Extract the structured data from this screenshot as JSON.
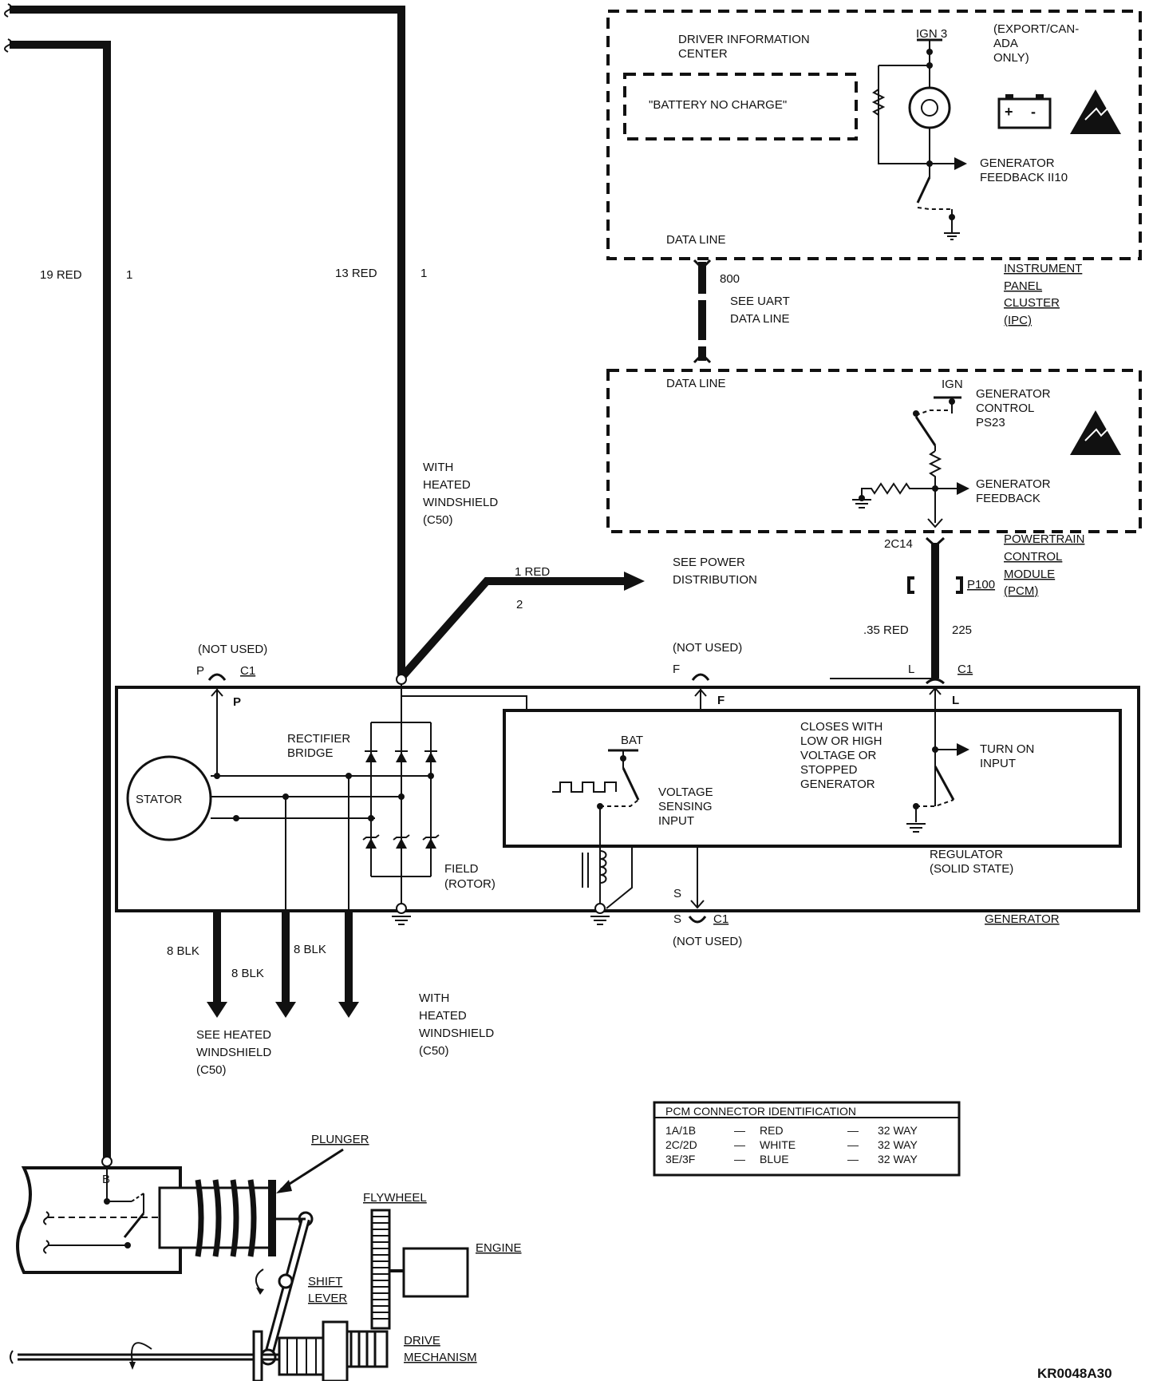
{
  "wires": {
    "w19_color": "19 RED",
    "w19_circuit": "1",
    "w13_color": "13 RED",
    "w13_circuit": "1",
    "w1_color": "1 RED",
    "w1_circuit": "2",
    "pcm_wire_color": ".35 RED",
    "pcm_wire_circuit": "225",
    "data_circuit": "800",
    "blk_a": "8 BLK",
    "blk_b": "8 BLK",
    "blk_c": "8 BLK"
  },
  "notes": {
    "with_heated_1": "WITH",
    "with_heated_2": "HEATED",
    "with_heated_3": "WINDSHIELD",
    "with_heated_4": "(C50)",
    "with_heated_b1": "WITH",
    "with_heated_b2": "HEATED",
    "with_heated_b3": "WINDSHIELD",
    "with_heated_b4": "(C50)",
    "see_heated_1": "SEE HEATED",
    "see_heated_2": "WINDSHIELD",
    "see_heated_3": "(C50)",
    "see_power_1": "SEE POWER",
    "see_power_2": "DISTRIBUTION",
    "see_uart_1": "SEE UART",
    "see_uart_2": "DATA LINE"
  },
  "ipc": {
    "dic_1": "DRIVER INFORMATION",
    "dic_2": "CENTER",
    "message": "\"BATTERY NO CHARGE\"",
    "ign3": "IGN 3",
    "export_1": "(EXPORT/CAN-",
    "export_2": "ADA",
    "export_3": "ONLY)",
    "fb_1": "GENERATOR",
    "fb_2": "FEEDBACK II10",
    "data_line": "DATA LINE",
    "name_1": "INSTRUMENT",
    "name_2": "PANEL",
    "name_3": "CLUSTER",
    "name_4": "(IPC)"
  },
  "pcm": {
    "data_line": "DATA LINE",
    "ign": "IGN",
    "ctrl_1": "GENERATOR",
    "ctrl_2": "CONTROL",
    "ctrl_3": "PS23",
    "fb_1": "GENERATOR",
    "fb_2": "FEEDBACK",
    "pin": "2C14",
    "connector": "P100",
    "name_1": "POWERTRAIN",
    "name_2": "CONTROL",
    "name_3": "MODULE",
    "name_4": "(PCM)"
  },
  "generator": {
    "not_used_p": "(NOT USED)",
    "p_a": "P",
    "c1_p": "C1",
    "p_b": "P",
    "not_used_f": "(NOT USED)",
    "f_a": "F",
    "f_b": "F",
    "l_a": "L",
    "c1_l": "C1",
    "l_b": "L",
    "s_a": "S",
    "s_b": "S",
    "c1_s": "C1",
    "not_used_s": "(NOT USED)",
    "stator": "STATOR",
    "rect_1": "RECTIFIER",
    "rect_2": "BRIDGE",
    "field_1": "FIELD",
    "field_2": "(ROTOR)",
    "bat": "BAT",
    "vs_1": "VOLTAGE",
    "vs_2": "SENSING",
    "vs_3": "INPUT",
    "closes_1": "CLOSES WITH",
    "closes_2": "LOW OR HIGH",
    "closes_3": "VOLTAGE OR",
    "closes_4": "STOPPED",
    "closes_5": "GENERATOR",
    "turn_1": "TURN ON",
    "turn_2": "INPUT",
    "reg_1": "REGULATOR",
    "reg_2": "(SOLID STATE)",
    "name": "GENERATOR"
  },
  "starter": {
    "b": "B",
    "plunger": "PLUNGER",
    "flywheel": "FLYWHEEL",
    "engine": "ENGINE",
    "shift_1": "SHIFT",
    "shift_2": "LEVER",
    "drive_1": "DRIVE",
    "drive_2": "MECHANISM"
  },
  "pcm_table": {
    "title": "PCM CONNECTOR IDENTIFICATION",
    "rows": [
      {
        "code": "1A/1B",
        "dash": "—",
        "color": "RED",
        "dash2": "—",
        "size": "32 WAY"
      },
      {
        "code": "2C/2D",
        "dash": "—",
        "color": "WHITE",
        "dash2": "—",
        "size": "32 WAY"
      },
      {
        "code": "3E/3F",
        "dash": "—",
        "color": "BLUE",
        "dash2": "—",
        "size": "32 WAY"
      }
    ]
  },
  "figure_id": "KR0048A30"
}
